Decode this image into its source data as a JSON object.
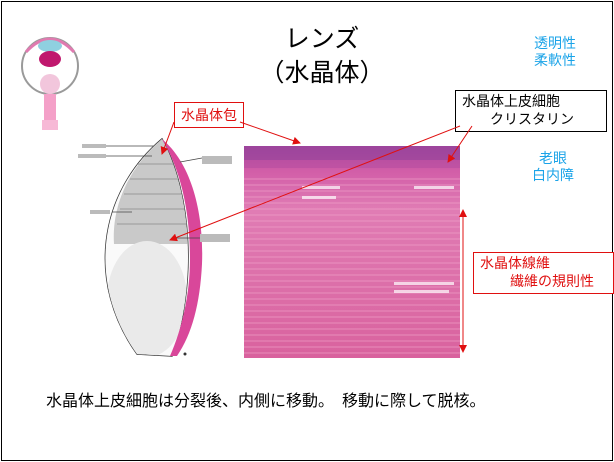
{
  "title": {
    "line1": "レンズ",
    "line2": "（水晶体）"
  },
  "properties": {
    "line1": "透明性",
    "line2": "柔軟性"
  },
  "conditions": {
    "line1": "老眼",
    "line2": "白内障"
  },
  "labels": {
    "capsule": "水晶体包",
    "epithelium": {
      "line1": "水晶体上皮細胞",
      "line2": "クリスタリン"
    },
    "fibers": {
      "line1": "水晶体線維",
      "line2": "繊維の規則性"
    }
  },
  "caption": "水晶体上皮細胞は分裂後、内側に移動。　移動に際して脱核。",
  "colors": {
    "accent_red": "#e01010",
    "cyan": "#1aa3e8",
    "tissue": "#d9479a"
  },
  "icons": [
    "eye-diagram-icon"
  ]
}
